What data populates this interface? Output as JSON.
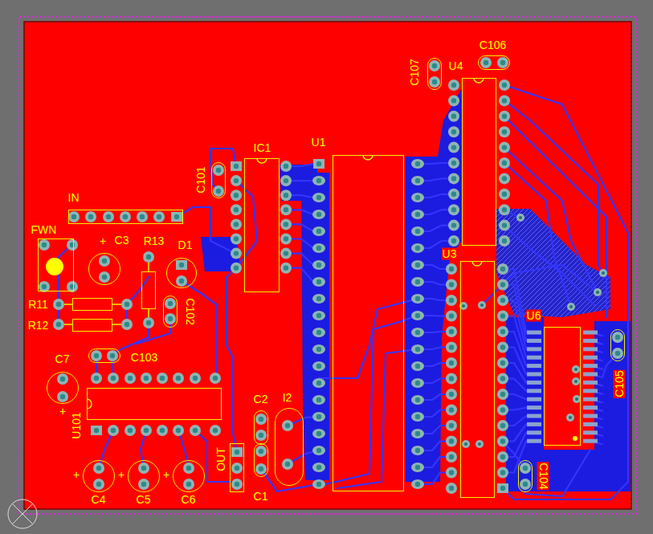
{
  "diagram": {
    "nodes": [
      {
        "text": [
          "C107"
        ]
      },
      {
        "text": [
          "C106"
        ]
      },
      {
        "text": [
          "U4"
        ]
      },
      {
        "text": [
          "U1"
        ]
      },
      {
        "text": [
          "IC1"
        ]
      },
      {
        "text": [
          "C101"
        ]
      },
      {
        "text": [
          "IN"
        ]
      },
      {
        "text": [
          "FWN"
        ]
      },
      {
        "text": [
          "C3"
        ]
      },
      {
        "text": [
          "R13"
        ]
      },
      {
        "text": [
          "D1"
        ]
      },
      {
        "text": [
          "U3"
        ]
      },
      {
        "text": [
          "R11"
        ]
      },
      {
        "text": [
          "C102"
        ]
      },
      {
        "text": [
          "R12"
        ]
      },
      {
        "text": [
          "U6"
        ]
      },
      {
        "text": [
          "C7"
        ]
      },
      {
        "text": [
          "C103"
        ]
      },
      {
        "text": [
          "C105"
        ]
      },
      {
        "text": [
          "U101"
        ]
      },
      {
        "text": [
          "C2"
        ]
      },
      {
        "text": [
          "I2"
        ]
      },
      {
        "text": [
          "OUT"
        ]
      },
      {
        "text": [
          "C1"
        ]
      },
      {
        "text": [
          "C104"
        ]
      },
      {
        "text": [
          "C4"
        ]
      },
      {
        "text": [
          "C5"
        ]
      },
      {
        "text": [
          "C6"
        ]
      }
    ],
    "labels": [
      "+",
      "+",
      "+",
      "+",
      "+"
    ]
  }
}
